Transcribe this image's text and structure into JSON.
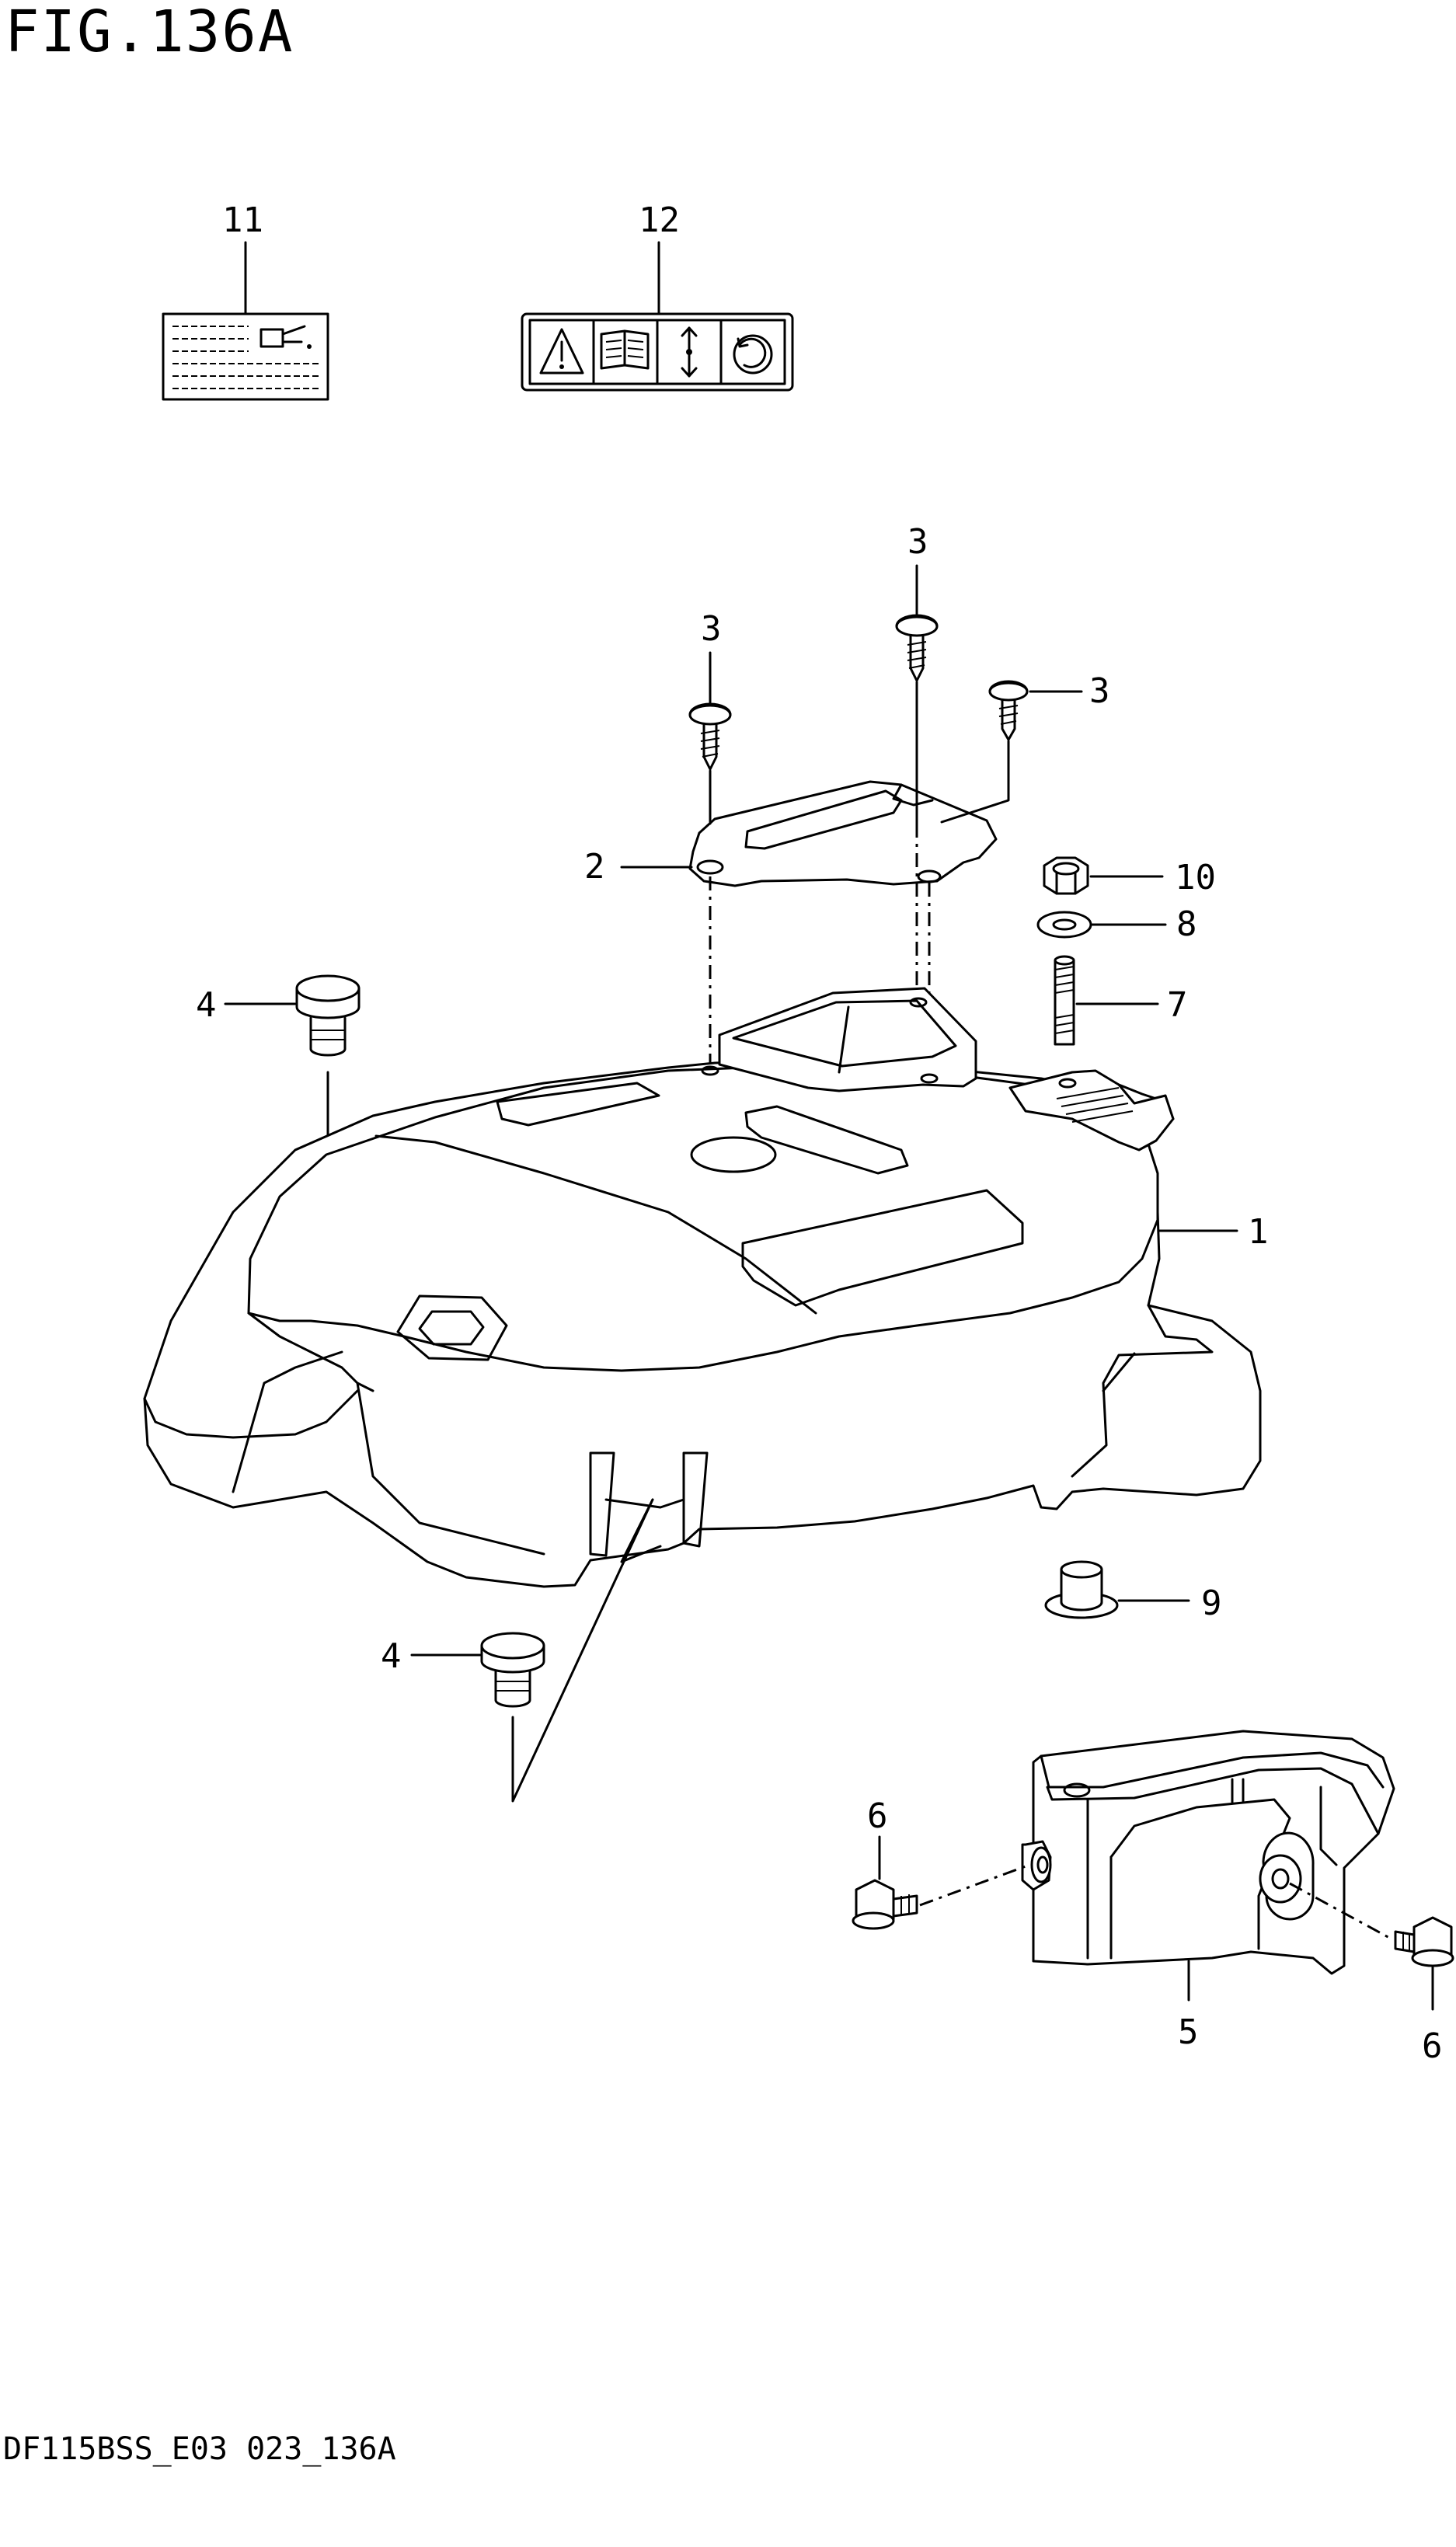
{
  "figure": {
    "title": "FIG.136A",
    "footer_code": "DF115BSS_E03 023_136A"
  },
  "callouts": [
    {
      "id": "label-11",
      "text": "11"
    },
    {
      "id": "label-12",
      "text": "12"
    },
    {
      "id": "label-3a",
      "text": "3"
    },
    {
      "id": "label-3b",
      "text": "3"
    },
    {
      "id": "label-3c",
      "text": "3"
    },
    {
      "id": "label-2",
      "text": "2"
    },
    {
      "id": "label-10",
      "text": "10"
    },
    {
      "id": "label-8",
      "text": "8"
    },
    {
      "id": "label-7",
      "text": "7"
    },
    {
      "id": "label-4a",
      "text": "4"
    },
    {
      "id": "label-1",
      "text": "1"
    },
    {
      "id": "label-9",
      "text": "9"
    },
    {
      "id": "label-4b",
      "text": "4"
    },
    {
      "id": "label-6a",
      "text": "6"
    },
    {
      "id": "label-5",
      "text": "5"
    },
    {
      "id": "label-6b",
      "text": "6"
    }
  ]
}
